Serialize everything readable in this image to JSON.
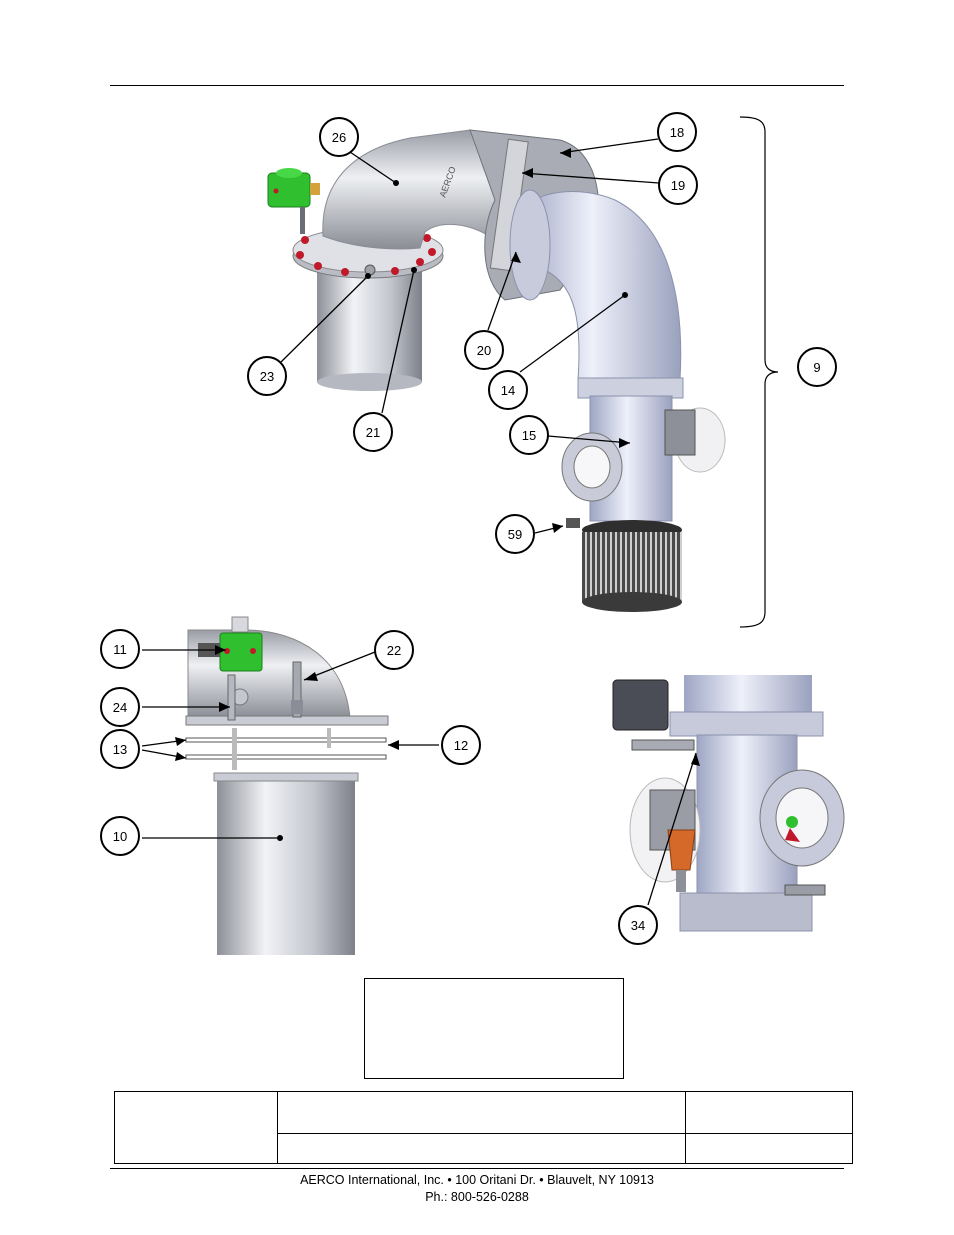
{
  "footer": {
    "address_line": "AERCO International, Inc. • 100 Oritani Dr. •  Blauvelt, NY 10913",
    "phone_line": "Ph.: 800-526-0288"
  },
  "figure": {
    "brand_mark": "AERCO",
    "callouts": [
      "26",
      "18",
      "19",
      "20",
      "14",
      "9",
      "23",
      "21",
      "15",
      "59",
      "11",
      "22",
      "24",
      "13",
      "12",
      "10",
      "34"
    ]
  },
  "colors": {
    "valve_green": "#2fbf2f",
    "flange_red": "#c0192a",
    "metal_gray": "#c9ccd4",
    "filter_dark": "#3a3a3a",
    "actuator_orange": "#d4692a"
  }
}
